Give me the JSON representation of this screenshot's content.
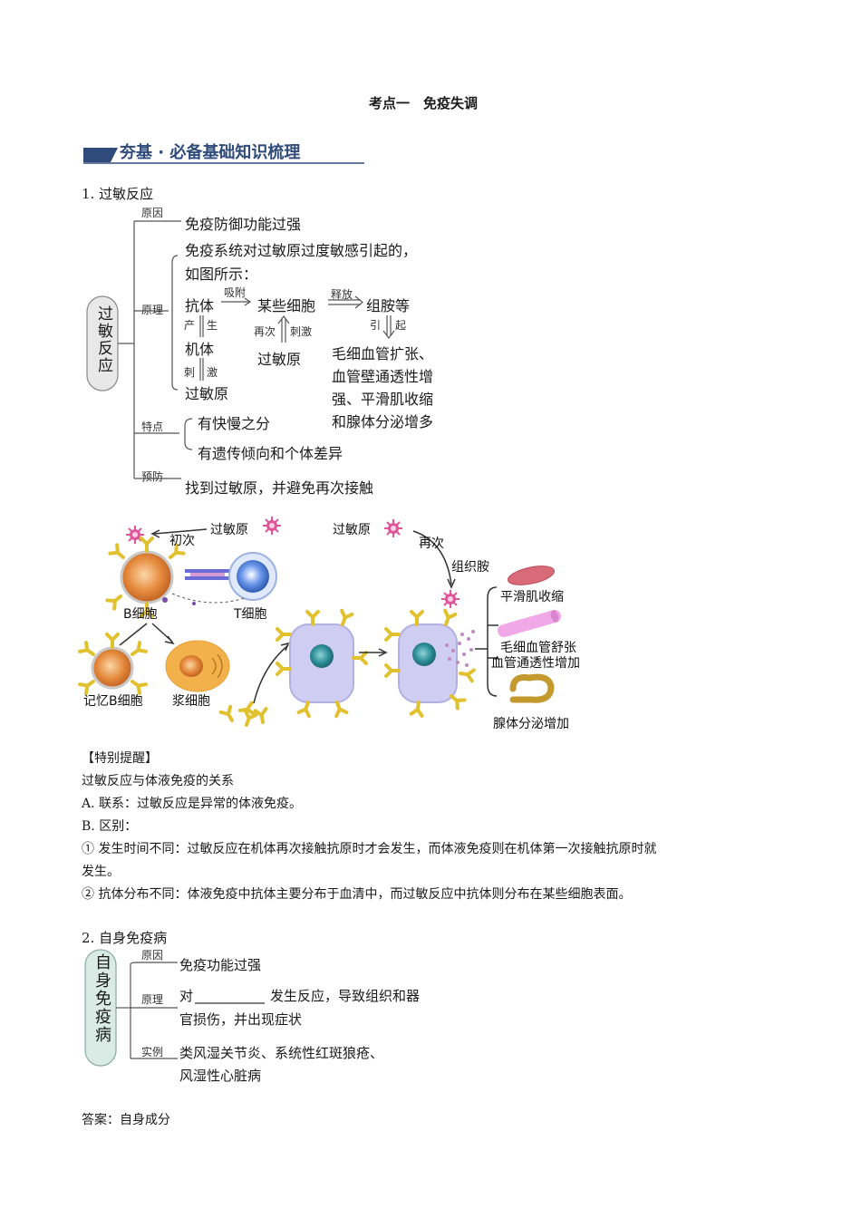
{
  "page_title": "考点一　免疫失调",
  "banner": "夯基 · 必备基础知识梳理",
  "section1": {
    "heading": "1. 过敏反应",
    "root": "过敏反应",
    "branches": {
      "cause_label": "原因",
      "cause_text": "免疫防御功能过强",
      "mechanism_label": "原理",
      "mechanism_text_1": "免疫系统对过敏原过度敏感引起的，",
      "mechanism_text_2": "如图所示：",
      "features_label": "特点",
      "feature_1": "有快慢之分",
      "feature_2": "有遗传倾向和个体差异",
      "prevention_label": "预防",
      "prevention_text": "找到过敏原，并避免再次接触"
    },
    "flow": {
      "antibody": "抗体",
      "adsorb": "吸附",
      "some_cells": "某些细胞",
      "release": "释放",
      "histamine": "组胺等",
      "produce_1": "产",
      "produce_2": "生",
      "organism": "机体",
      "stimulate_1": "刺",
      "stimulate_2": "激",
      "allergen_left": "过敏原",
      "again": "再次",
      "stimulate_mid": "刺激",
      "allergen_mid": "过敏原",
      "cause_1": "引",
      "cause_2": "起",
      "effects": [
        "毛细血管扩张、",
        "血管壁通透性增",
        "强、平滑肌收缩",
        "和腺体分泌增多"
      ]
    }
  },
  "diagram": {
    "allergen_top_left": "过敏原",
    "first_time": "初次",
    "b_cell": "B细胞",
    "t_cell": "T细胞",
    "memory_b": "记忆B细胞",
    "plasma_cell": "浆细胞",
    "allergen_top_right": "过敏原",
    "second_time": "再次",
    "histamine": "组织胺",
    "effect_1": "平滑肌收缩",
    "effect_2a": "毛细血管舒张",
    "effect_2b": "血管通透性增加",
    "effect_3": "腺体分泌增加"
  },
  "reminder": {
    "heading": "【特别提醒】",
    "line1": "过敏反应与体液免疫的关系",
    "line2": "A. 联系：过敏反应是异常的体液免疫。",
    "line3": "B. 区别：",
    "line4a": "① 发生时间不同：过敏反应在机体再次接触抗原时才会发生，而体液免疫则在机体第一次接触抗原时就",
    "line4b": "发生。",
    "line5": "② 抗体分布不同：体液免疫中抗体主要分布于血清中，而过敏反应中抗体则分布在某些细胞表面。"
  },
  "section2": {
    "heading": "2. 自身免疫病",
    "root": "自身免疫病",
    "cause_label": "原因",
    "cause_text": "免疫功能过强",
    "mechanism_label": "原理",
    "mechanism_text_1a": "对",
    "mechanism_text_1b": "发生反应，导致组织和器",
    "mechanism_text_2": "官损伤，并出现症状",
    "example_label": "实例",
    "example_text_1": "类风湿关节炎、系统性红斑狼疮、",
    "example_text_2": "风湿性心脏病"
  },
  "answer": "答案：自身成分",
  "colors": {
    "banner": "#2f4b7c",
    "mint": "#d9ebe4",
    "b_cell": "#e58a3c",
    "t_cell": "#3b6fd1",
    "mast_cell": "#c9c8ef",
    "antibody": "#e2c12f",
    "allergen": "#e0559a"
  }
}
